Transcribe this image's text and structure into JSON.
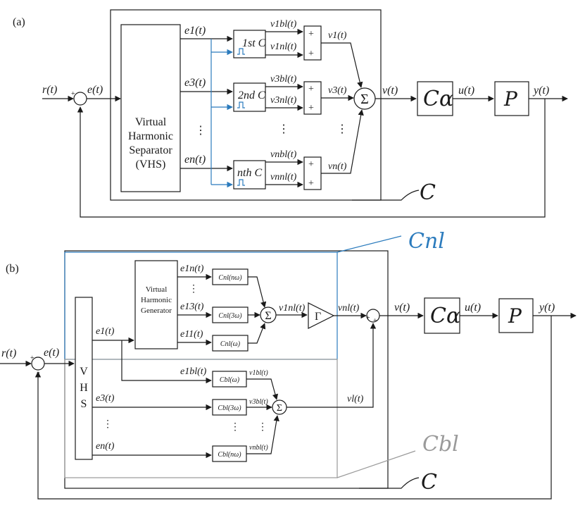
{
  "colors": {
    "ink": "#1a1a1a",
    "nonlinear_branch": "#2b7bbd",
    "baseline_branch": "#9a9a9a"
  },
  "panel_a": {
    "tag": "(a)",
    "reference": "r(t)",
    "error": "e(t)",
    "sum_signs": {
      "plus": "+",
      "minus": "-"
    },
    "vhs_lines": [
      "Virtual",
      "Harmonic",
      "Separator",
      "(VHS)"
    ],
    "harmonic_errors": [
      "e1(t)",
      "e3(t)",
      "⋮",
      "en(t)"
    ],
    "controllers": [
      "1st C",
      "2nd C",
      "nth C"
    ],
    "branch_outputs_bl": [
      "v1bl(t)",
      "v3bl(t)",
      "vnbl(t)"
    ],
    "branch_outputs_nl": [
      "v1nl(t)",
      "v3nl(t)",
      "vnnl(t)"
    ],
    "adder_signs": [
      "+",
      "+"
    ],
    "summed_outputs": [
      "v1(t)",
      "v3(t)",
      "vn(t)"
    ],
    "sigma": "Σ",
    "control_signal": "v(t)",
    "scaled_controller": "Cα",
    "plant_input": "u(t)",
    "plant": "P",
    "output": "y(t)",
    "controller_label": "C",
    "dots": [
      "⋮",
      "⋮",
      "⋮"
    ]
  },
  "panel_b": {
    "tag": "(b)",
    "nonlinear_label": "Cnl",
    "baseline_label": "Cbl",
    "controller_label": "C",
    "reference": "r(t)",
    "error": "e(t)",
    "sum_signs": {
      "plus": "+",
      "minus": "-"
    },
    "vhs_letters": [
      "V",
      "H",
      "S"
    ],
    "vhg_lines": [
      "Virtual",
      "Harmonic",
      "Generator"
    ],
    "harmonic_errors": [
      "e1(t)",
      "e3(t)",
      "⋮",
      "en(t)"
    ],
    "generated_errors": [
      "e1n(t)",
      "⋮",
      "e13(t)",
      "e11(t)"
    ],
    "nl_blocks": [
      "Cnl(nω)",
      "Cnl(3ω)",
      "Cnl(ω)"
    ],
    "nl_sum_output": "v1nl(t)",
    "gamma": "Γ",
    "gamma_output": "vnl(t)",
    "bl_input": "e1bl(t)",
    "bl_blocks": [
      "Cbl(ω)",
      "Cbl(3ω)",
      "Cbl(nω)"
    ],
    "bl_outputs": [
      "v1bl(t)",
      "v3bl(t)",
      "vnbl(t)"
    ],
    "bl_dots": [
      "⋮",
      "⋮"
    ],
    "linear_output": "vl(t)",
    "sigma": "Σ",
    "control_signal": "v(t)",
    "scaled_controller": "Cα",
    "plant_input": "u(t)",
    "plant": "P",
    "output": "y(t)",
    "final_sum_signs": [
      "+",
      "+"
    ]
  }
}
